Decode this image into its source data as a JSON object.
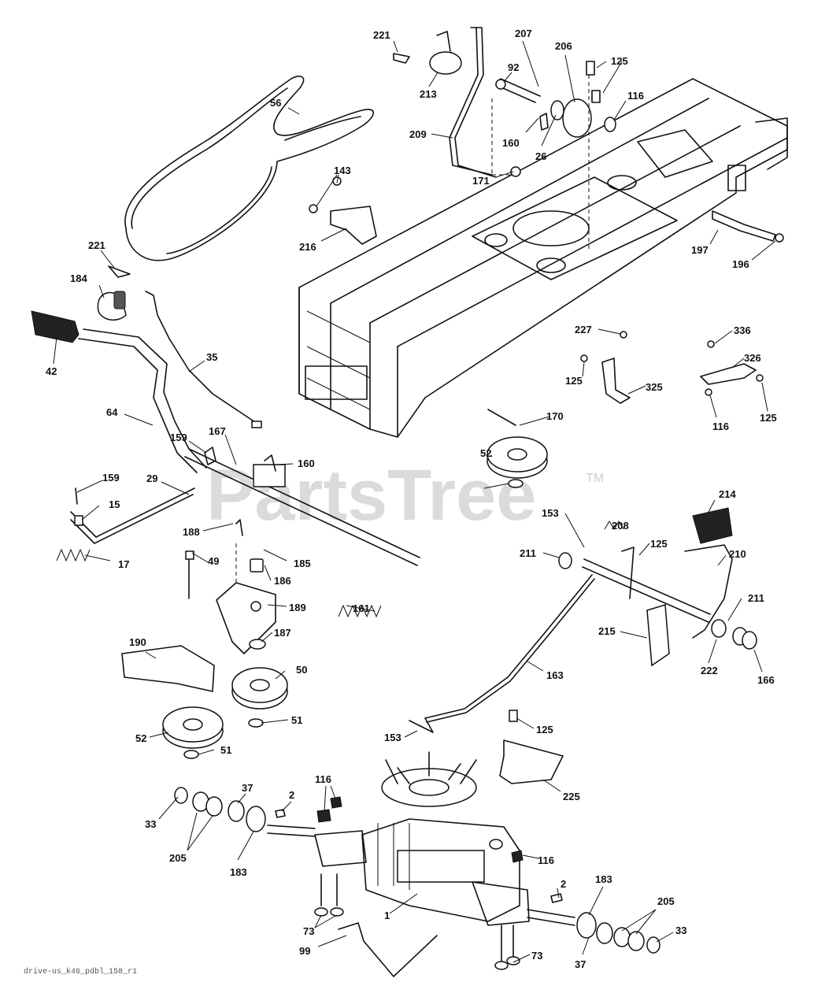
{
  "watermark": {
    "text": "PartsTree",
    "tm": "TM"
  },
  "drawing_code": "drive-us_k46_pdbl_158_r1",
  "part_labels": [
    "221",
    "213",
    "207",
    "92",
    "125",
    "206",
    "116",
    "56",
    "209",
    "160",
    "26",
    "143",
    "171",
    "216",
    "197",
    "196",
    "221",
    "184",
    "42",
    "35",
    "64",
    "159",
    "167",
    "160",
    "29",
    "159",
    "15",
    "17",
    "188",
    "185",
    "49",
    "186",
    "189",
    "161",
    "187",
    "190",
    "50",
    "52",
    "51",
    "51",
    "52",
    "227",
    "125",
    "325",
    "336",
    "326",
    "116",
    "125",
    "170",
    "214",
    "153",
    "208",
    "125",
    "211",
    "210",
    "211",
    "215",
    "222",
    "166",
    "163",
    "153",
    "125",
    "225",
    "33",
    "205",
    "37",
    "183",
    "2",
    "116",
    "116",
    "1",
    "73",
    "99",
    "73",
    "2",
    "183",
    "205",
    "33",
    "37"
  ]
}
